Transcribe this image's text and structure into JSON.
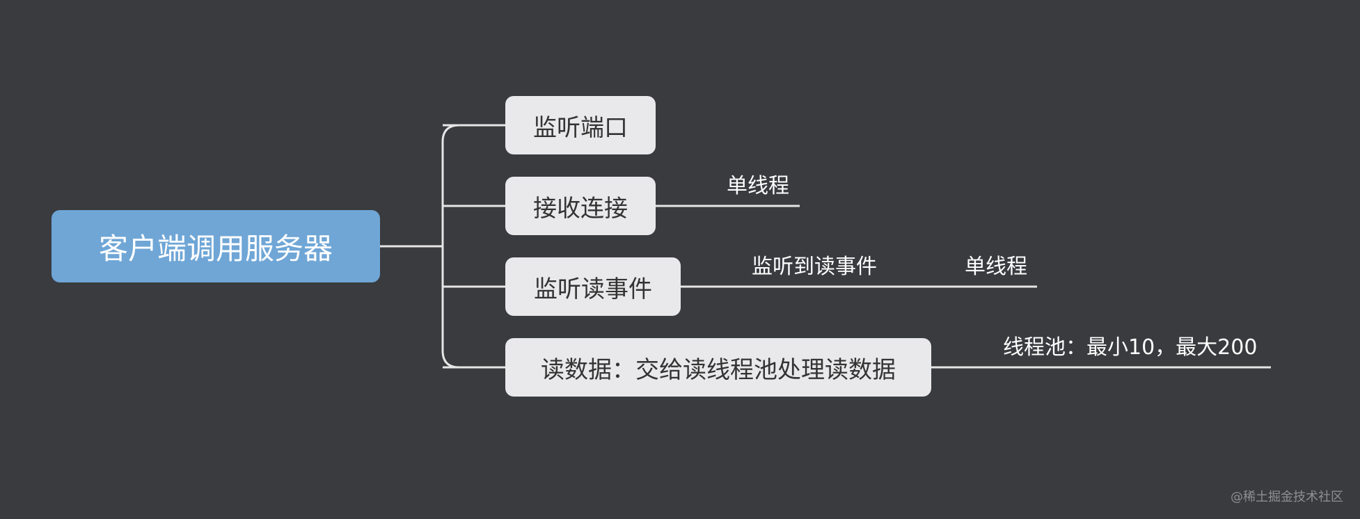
{
  "colors": {
    "background": "#3a3b3f",
    "root_fill": "#6fa6d6",
    "child_fill": "#e9e9eb",
    "connector": "#e6e6e6"
  },
  "root": {
    "label": "客户端调用服务器"
  },
  "children": [
    {
      "label": "监听端口"
    },
    {
      "label": "接收连接",
      "notes": [
        "单线程"
      ]
    },
    {
      "label": "监听读事件",
      "notes": [
        "监听到读事件",
        "单线程"
      ]
    },
    {
      "label": "读数据：交给读线程池处理读数据",
      "notes": [
        "线程池：最小10，最大200"
      ]
    }
  ],
  "watermark": "@稀土掘金技术社区"
}
